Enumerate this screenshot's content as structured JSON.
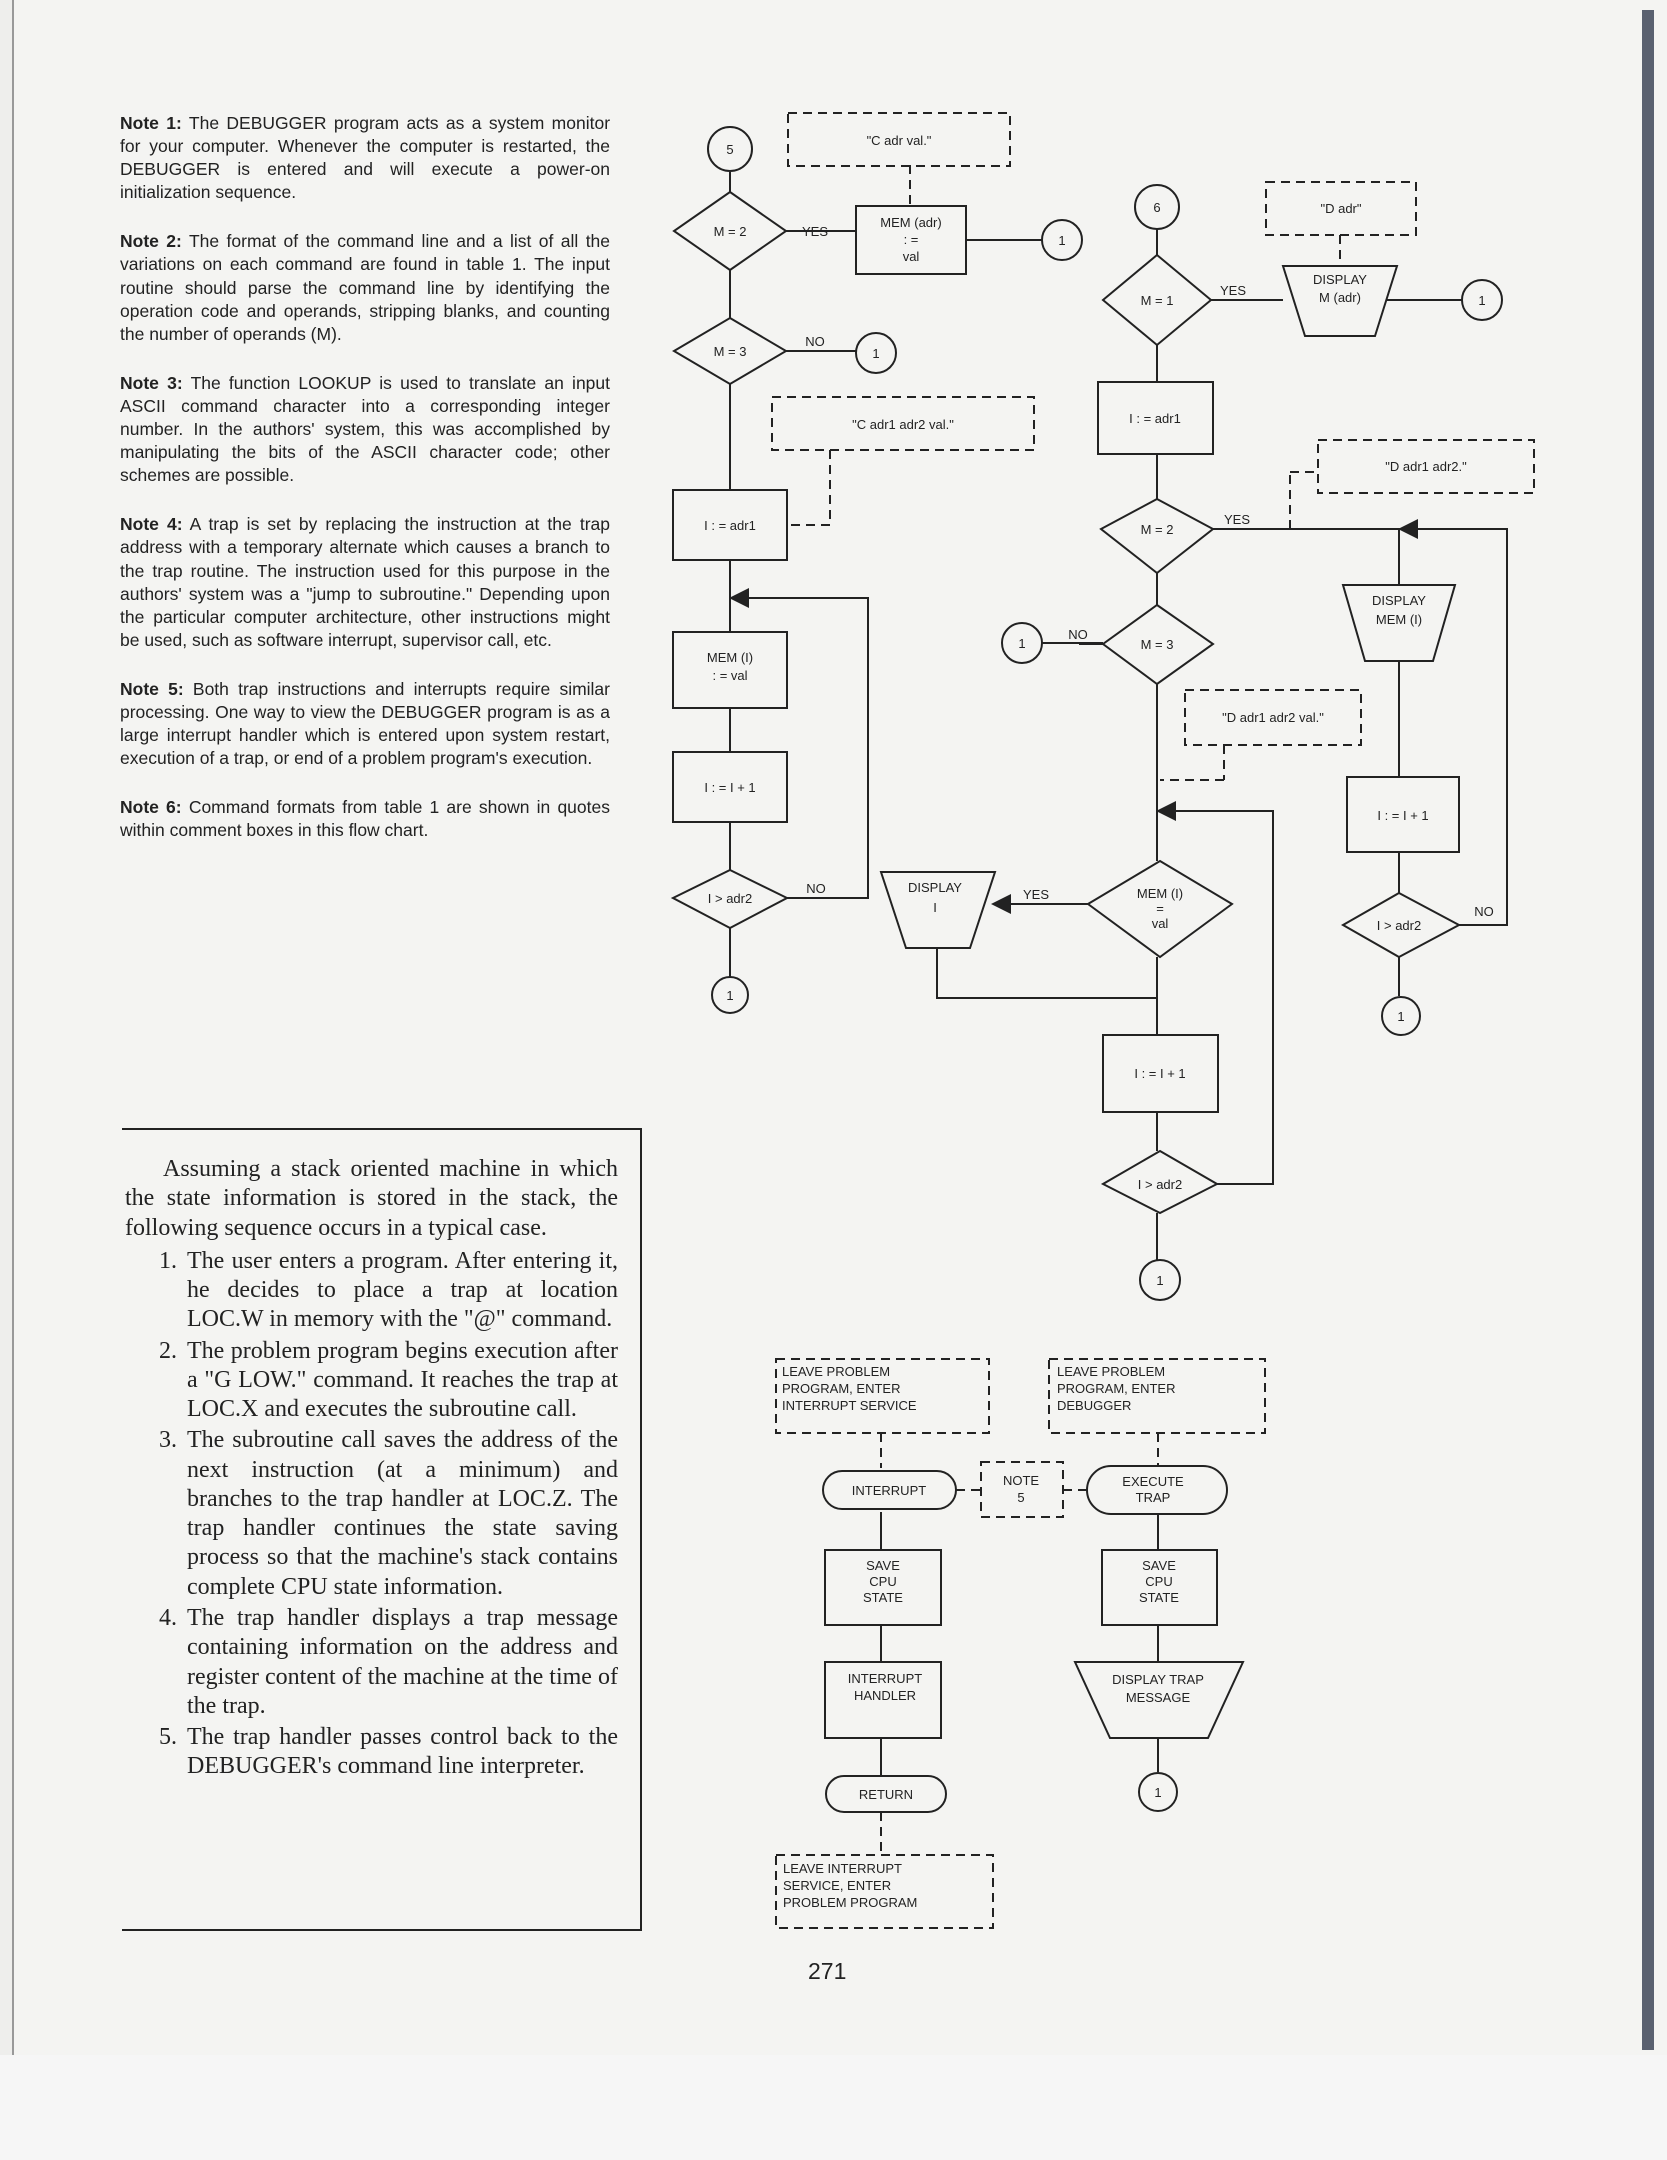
{
  "notes": [
    {
      "label": "Note 1:",
      "text": "The DEBUGGER program acts as a system monitor for your computer. Whenever the computer is restarted, the DEBUGGER is entered and will execute a power-on initialization sequence."
    },
    {
      "label": "Note 2:",
      "text": "The format of the command line and a list of all the variations on each command are found in table 1. The input routine should parse the command line by identifying the operation code and operands, stripping blanks, and counting the number of operands (M)."
    },
    {
      "label": "Note 3:",
      "text": "The function LOOKUP is used to translate an input ASCII command character into a corresponding integer number. In the authors' system, this was accomplished by manipulating the bits of the ASCII character code; other schemes are possible."
    },
    {
      "label": "Note 4:",
      "text": "A trap is set by replacing the instruction at the trap address with a temporary alternate which causes a branch to the trap routine. The instruction used for this purpose in the authors' system was a \"jump to subroutine.\" Depending upon the particular computer architecture, other instructions might be used, such as software interrupt, supervisor call, etc."
    },
    {
      "label": "Note 5:",
      "text": "Both trap instructions and interrupts require similar processing. One way to view the DEBUGGER program is as a large interrupt handler which is entered upon system restart, execution of a trap, or end of a problem program's execution."
    },
    {
      "label": "Note 6:",
      "text": "Command formats from table 1 are shown in quotes within comment boxes in this flow chart."
    }
  ],
  "box": {
    "intro": "Assuming a stack oriented machine in which the state information is stored in the stack, the following sequence occurs in a typical case.",
    "steps": [
      "The user enters a program. After entering it, he decides to place a trap at location LOC.W in memory with the \"@\" command.",
      "The problem program begins execution after a \"G LOW.\" command. It reaches the trap at LOC.X and executes the subroutine call.",
      "The subroutine call saves the address of the next instruction (at a minimum) and branches to the trap handler at LOC.Z. The trap handler continues the state saving process so that the machine's stack contains complete CPU state information.",
      "The trap handler displays a trap message containing information on the address and register content of the machine at the time of the trap.",
      "The trap handler passes control back to the DEBUGGER's command line interpreter."
    ]
  },
  "page_number": "271",
  "flow": {
    "c": {
      "connector": "5",
      "comment1": "\"C adr val.\"",
      "dec_m2": "M = 2",
      "yes": "YES",
      "mem_assign": [
        "MEM (adr)",
        ": =",
        "val"
      ],
      "exit1": "1",
      "dec_m3": "M = 3",
      "no": "NO",
      "exit2": "1",
      "comment2": "\"C adr1 adr2 val.\"",
      "assign_i": "I : = adr1",
      "mem_i": [
        "MEM (I)",
        ": = val"
      ],
      "incr": "I : = I + 1",
      "dec_end": "I > adr2",
      "no2": "NO",
      "exit3": "1"
    },
    "d": {
      "connector": "6",
      "comment1": "\"D adr\"",
      "dec_m1": "M = 1",
      "yes": "YES",
      "display_m": [
        "DISPLAY",
        "M (adr)"
      ],
      "exit1": "1",
      "assign_i": "I : = adr1",
      "comment2": "\"D adr1 adr2.\"",
      "dec_m2": "M = 2",
      "yes2": "YES",
      "display_mem": [
        "DISPLAY",
        "MEM (I)"
      ],
      "dec_m3": "M = 3",
      "no": "NO",
      "exit2": "1",
      "comment3": "\"D adr1 adr2 val.\"",
      "incr_right": "I : = I + 1",
      "dec_right": "I > adr2",
      "no_right": "NO",
      "exit3": "1",
      "display_i": [
        "DISPLAY",
        "I"
      ],
      "yes3": "YES",
      "dec_mem": [
        "MEM (I)",
        "=",
        "val"
      ],
      "incr_main": "I : = I + 1",
      "dec_main": "I > adr2",
      "exit4": "1"
    },
    "bottom": {
      "comment_left": [
        "LEAVE PROBLEM",
        "PROGRAM, ENTER",
        "INTERRUPT SERVICE"
      ],
      "comment_right": [
        "LEAVE PROBLEM",
        "PROGRAM, ENTER",
        "DEBUGGER"
      ],
      "interrupt": "INTERRUPT",
      "note5": [
        "NOTE",
        "5"
      ],
      "execute_trap": [
        "EXECUTE",
        "TRAP"
      ],
      "save_left": [
        "SAVE",
        "CPU",
        "STATE"
      ],
      "save_right": [
        "SAVE",
        "CPU",
        "STATE"
      ],
      "handler": [
        "INTERRUPT",
        "HANDLER"
      ],
      "display_trap": [
        "DISPLAY TRAP",
        "MESSAGE"
      ],
      "return": "RETURN",
      "exit": "1",
      "comment_bottom": [
        "LEAVE INTERRUPT",
        "SERVICE, ENTER",
        "PROBLEM PROGRAM"
      ]
    }
  }
}
